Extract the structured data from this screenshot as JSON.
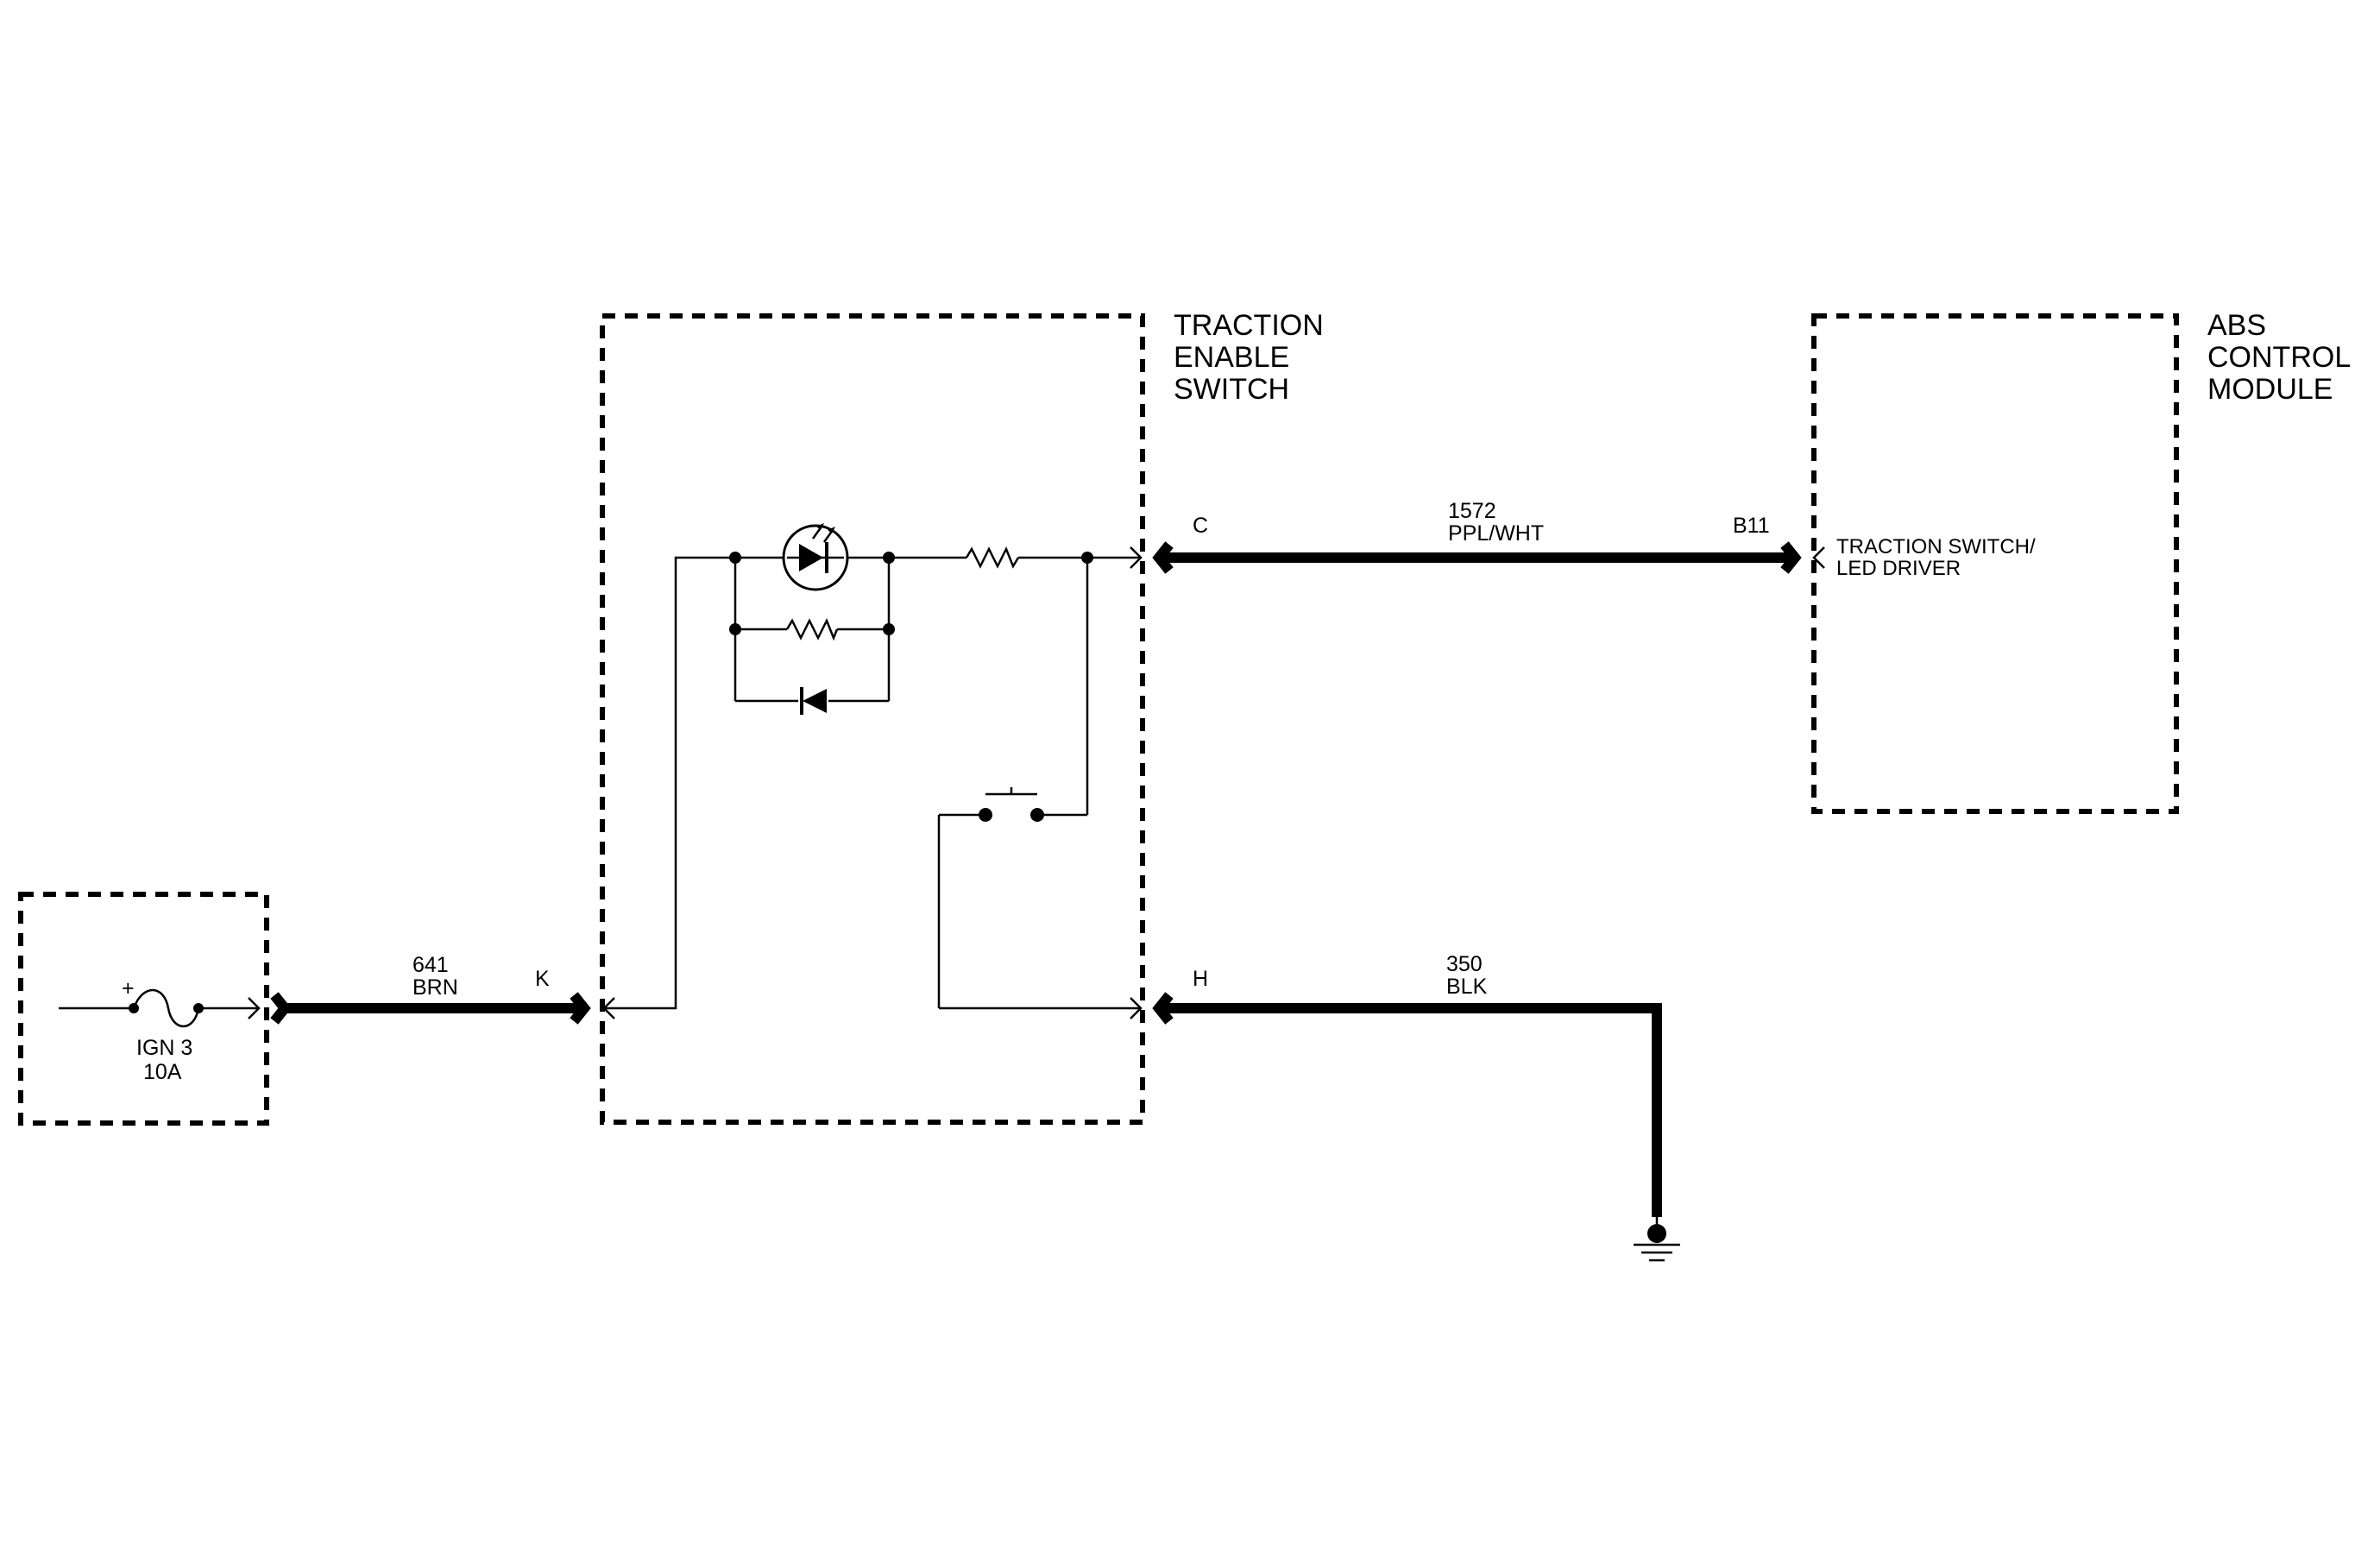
{
  "components": {
    "fuse_block": {
      "fuse_name": "IGN 3",
      "fuse_rating": "10A",
      "polarity": "+"
    },
    "traction_enable_switch": {
      "title_lines": [
        "TRACTION",
        "ENABLE",
        "SWITCH"
      ]
    },
    "abs_control_module": {
      "title_lines": [
        "ABS",
        "CONTROL",
        "MODULE"
      ],
      "circuit_lines": [
        "TRACTION SWITCH/",
        "LED DRIVER"
      ]
    }
  },
  "wires": [
    {
      "circuit": "641",
      "color": "BRN",
      "to_pin": "K"
    },
    {
      "circuit": "1572",
      "color": "PPL/WHT",
      "from_pin": "C",
      "to_pin": "B11"
    },
    {
      "circuit": "350",
      "color": "BLK",
      "from_pin": "H"
    }
  ],
  "icons": [
    "fuse-icon",
    "led-icon",
    "resistor-icon",
    "diode-icon",
    "switch-icon",
    "ground-icon"
  ]
}
